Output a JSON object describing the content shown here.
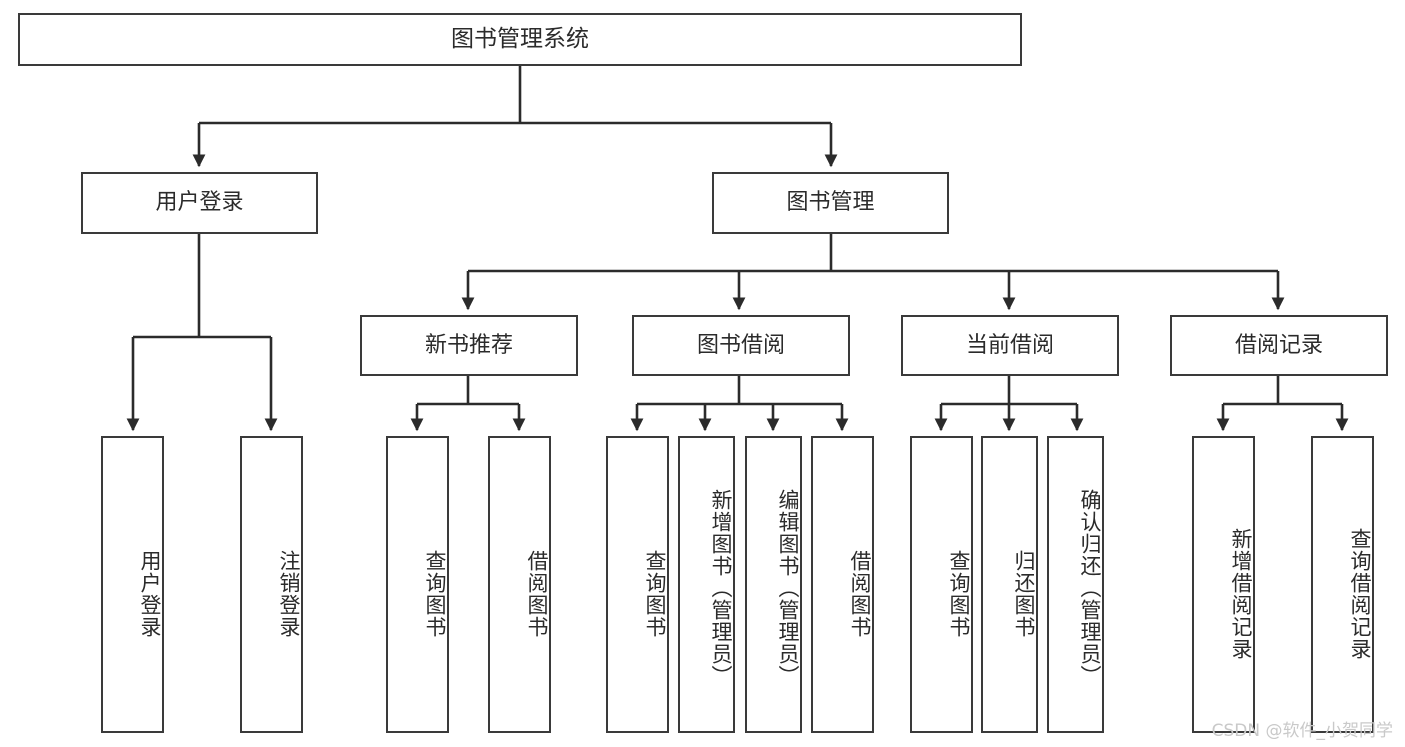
{
  "diagram": {
    "title": "图书管理系统",
    "type": "tree-hierarchy-chart",
    "watermark": "CSDN @软件_小贺同学",
    "colors": {
      "background": "#ffffff",
      "node_border": "#3a3a3a",
      "node_fill": "#ffffff",
      "text": "#2b2b2b",
      "connector": "#2b2b2b",
      "watermark": "#c9c9c9"
    },
    "levels": {
      "root": {
        "label": "图书管理系统"
      },
      "level2": [
        {
          "label": "用户登录"
        },
        {
          "label": "图书管理"
        }
      ],
      "level3": [
        {
          "label": "新书推荐"
        },
        {
          "label": "图书借阅"
        },
        {
          "label": "当前借阅"
        },
        {
          "label": "借阅记录"
        }
      ],
      "leaves": {
        "user_login": [
          {
            "label": "用户登录"
          },
          {
            "label": "注销登录"
          }
        ],
        "new_book_recommend": [
          {
            "label": "查询图书"
          },
          {
            "label": "借阅图书"
          }
        ],
        "book_borrow": [
          {
            "label": "查询图书"
          },
          {
            "label": "新增图书（管理员）"
          },
          {
            "label": "编辑图书（管理员）"
          },
          {
            "label": "借阅图书"
          }
        ],
        "current_borrow": [
          {
            "label": "查询图书"
          },
          {
            "label": "归还图书"
          },
          {
            "label": "确认归还（管理员）"
          }
        ],
        "borrow_record": [
          {
            "label": "新增借阅记录"
          },
          {
            "label": "查询借阅记录"
          }
        ]
      }
    }
  }
}
